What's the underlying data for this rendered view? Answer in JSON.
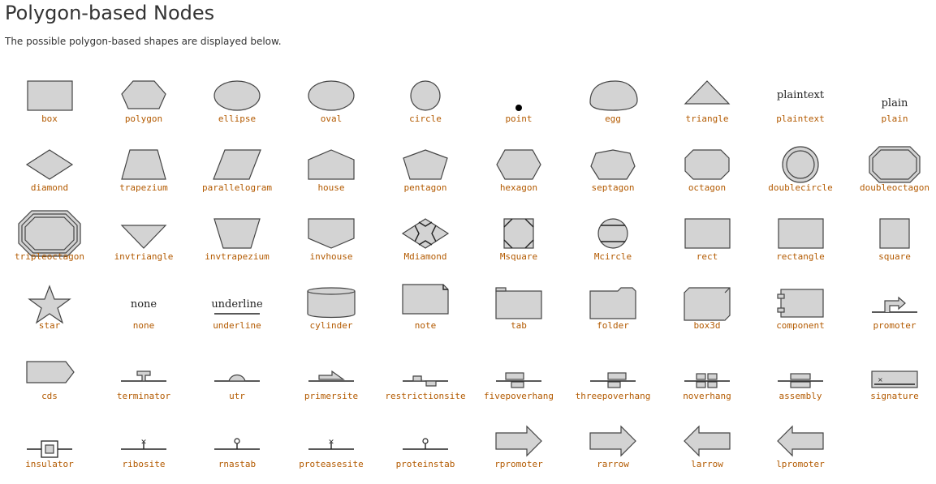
{
  "page": {
    "title": "Polygon-based Nodes",
    "intro": "The possible polygon-based shapes are displayed below."
  },
  "shapes": [
    "box",
    "polygon",
    "ellipse",
    "oval",
    "circle",
    "point",
    "egg",
    "triangle",
    "plaintext",
    "plain",
    "diamond",
    "trapezium",
    "parallelogram",
    "house",
    "pentagon",
    "hexagon",
    "septagon",
    "octagon",
    "doublecircle",
    "doubleoctagon",
    "tripleoctagon",
    "invtriangle",
    "invtrapezium",
    "invhouse",
    "Mdiamond",
    "Msquare",
    "Mcircle",
    "rect",
    "rectangle",
    "square",
    "star",
    "none",
    "underline",
    "cylinder",
    "note",
    "tab",
    "folder",
    "box3d",
    "component",
    "promoter",
    "cds",
    "terminator",
    "utr",
    "primersite",
    "restrictionsite",
    "fivepoverhang",
    "threepoverhang",
    "noverhang",
    "assembly",
    "signature",
    "insulator",
    "ribosite",
    "rnastab",
    "proteasesite",
    "proteinstab",
    "rpromoter",
    "rarrow",
    "larrow",
    "lpromoter"
  ],
  "in_shape_text": {
    "plaintext": "plaintext",
    "plain": "plain",
    "none": "none",
    "underline": "underline"
  },
  "colors": {
    "fill": "#d3d3d3",
    "stroke": "#444444",
    "label": "#b35a00"
  }
}
